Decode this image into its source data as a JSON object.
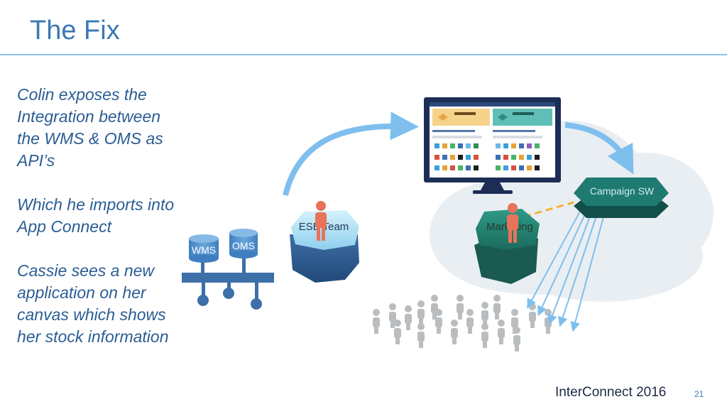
{
  "slide": {
    "title": "The Fix",
    "paragraphs": [
      "Colin exposes the Integration between the WMS & OMS as API’s",
      "Which he imports into App Connect",
      "Cassie sees a new application on her canvas which shows her stock information"
    ],
    "footer": "InterConnect 2016",
    "page_number": "21"
  },
  "diagram": {
    "databases": [
      "WMS",
      "OMS"
    ],
    "esb_label": "ESB Team",
    "marketing_label": "Marketing",
    "campaign_label": "Campaign SW"
  },
  "colors": {
    "title": "#3b78b4",
    "body_text": "#2a5d93",
    "rule": "#8cc3ea",
    "bus": "#3d6fa8",
    "arrow": "#7fbfee",
    "person_accent": "#e8735a",
    "hex_light": "#bfe6f7",
    "hex_teal": "#27806f",
    "hex_campaign": "#1f7b72",
    "cloud": "#e9eef2",
    "crowd": "#b9bdc0",
    "dashed_link": "#f2b23a"
  }
}
